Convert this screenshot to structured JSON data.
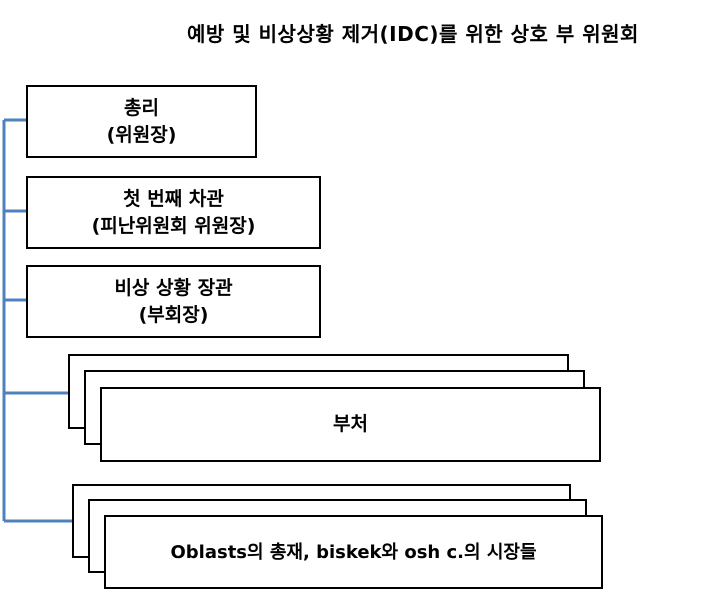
{
  "title": "예방 및 비상상황 제거(IDC)를 위한 상호 부 위원회",
  "colors": {
    "connector": "#4f81bd",
    "box_border": "#000000",
    "background": "#ffffff"
  },
  "boxes": [
    {
      "line1": "총리",
      "line2": "(위원장)"
    },
    {
      "line1": "첫 번째 차관",
      "line2": "(피난위원회 위원장)"
    },
    {
      "line1": "비상 상황 장관",
      "line2": "(부회장)"
    },
    {
      "line1": "부처"
    },
    {
      "line1": "Oblasts의 총재, biskek와 osh c.의 시장들"
    }
  ]
}
